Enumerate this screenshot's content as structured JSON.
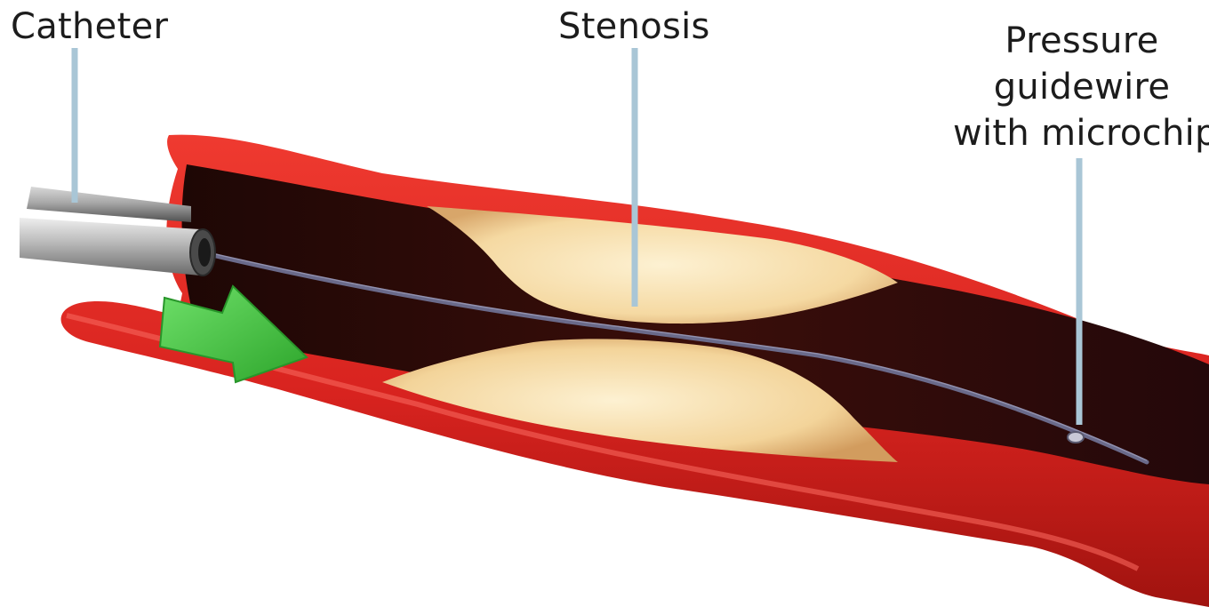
{
  "labels": {
    "catheter": "Catheter",
    "stenosis": "Stenosis",
    "pressure_guidewire": [
      "Pressure",
      "guidewire",
      "with microchip"
    ]
  },
  "colors": {
    "vessel_wall": "#d8231f",
    "vessel_wall_dark": "#8c0f0c",
    "lumen": "#2a0b08",
    "plaque": "#f7dca6",
    "catheter": "#9a9a9a",
    "contrast_arrow": "#3ec23c",
    "guidewire": "#6a6a8a",
    "leader_line": "#a9c6d6"
  },
  "icons": {
    "flow_indicator": "arrow-right-icon"
  }
}
